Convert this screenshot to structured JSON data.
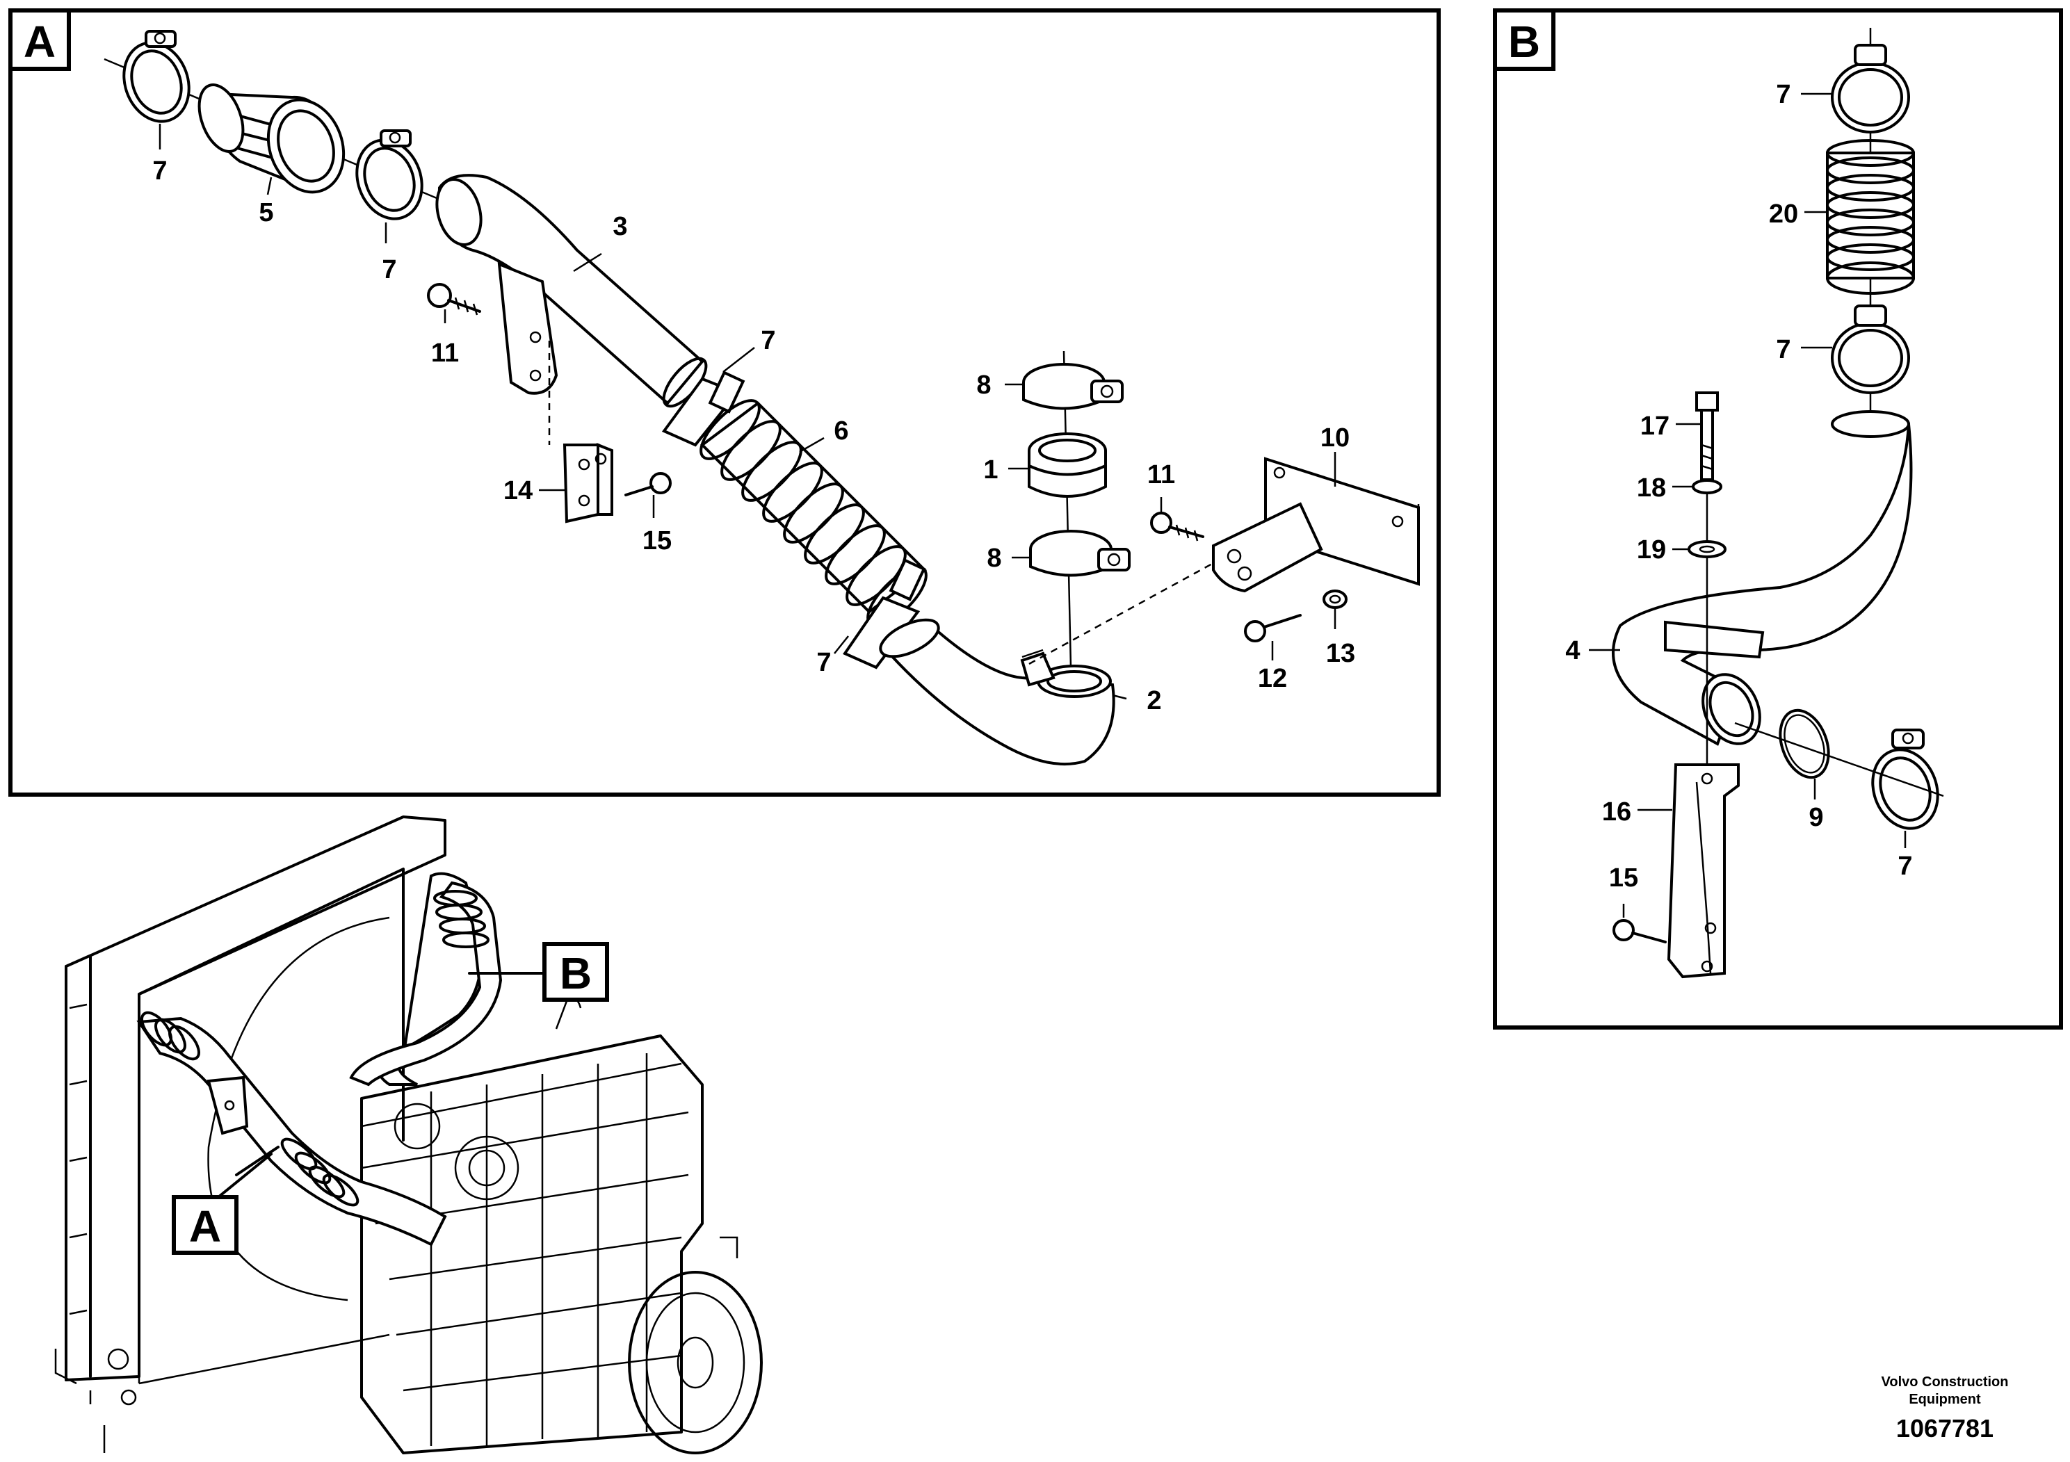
{
  "views": {
    "a": "A",
    "b": "B"
  },
  "labels_a": {
    "p7a": "7",
    "p5": "5",
    "p7b": "7",
    "p3": "3",
    "p11a": "11",
    "p7c": "7",
    "p6": "6",
    "p14": "14",
    "p15a": "15",
    "p8a": "8",
    "p1": "1",
    "p8b": "8",
    "p11b": "11",
    "p10": "10",
    "p7d": "7",
    "p2": "2",
    "p12": "12",
    "p13": "13"
  },
  "labels_b": {
    "p7a": "7",
    "p20": "20",
    "p7b": "7",
    "p17": "17",
    "p18": "18",
    "p19": "19",
    "p4": "4",
    "p16": "16",
    "p9": "9",
    "p7c": "7",
    "p15": "15"
  },
  "overview_callouts": {
    "a": "A",
    "b": "B"
  },
  "footer": {
    "company_line1": "Volvo Construction",
    "company_line2": "Equipment",
    "drawing_number": "1067781"
  }
}
